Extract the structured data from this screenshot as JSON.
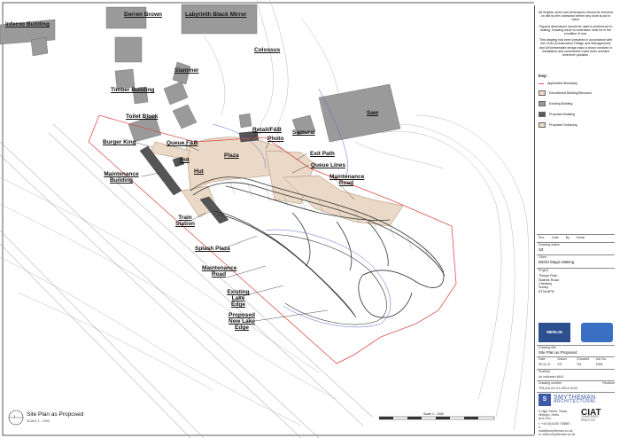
{
  "labels": {
    "inferno": "Inferno Building",
    "derren": "Derren Brown",
    "labyrinth": "Labyrinth Black Mirror",
    "colossus": "Colossus",
    "slammer": "Slammer",
    "timber": "Timber Building",
    "toilet": "Toilet Block",
    "saw": "Saw",
    "retail": "Retail/F&B",
    "photo": "Photo",
    "samurai": "Samurai",
    "burger": "Burger King",
    "queue_fb": "Queue F&B",
    "plaza": "Plaza",
    "exit_path": "Exit Path",
    "queue_lines": "Queue Lines",
    "hut1": "Hut",
    "hut2": "Hut",
    "maint_building": "Maintenance Building",
    "maint_road1": "Maintenance Road",
    "train_station": "Train Station",
    "splash_plaza": "Splash Plaza",
    "maint_road2": "Maintenance Road",
    "existing_lake": "Existing Lake Edge",
    "proposed_lake": "Proposed New Lake Edge"
  },
  "title_block": {
    "notes": [
      "All heights, sizes and dimensions should be checked on site by the contractor before any work is put in hand.",
      "Figured dimensions should be used in preference to scaling. Drawing issue to contractor must be in the condition of use.",
      "This drawing has been prepared in accordance with the CDM (Construction Design and Management) and all foreseeable design risks to those involved in installation and construction have been avoided wherever possible."
    ],
    "key_title": "Key:",
    "key": [
      {
        "label": "Application Boundary",
        "color": "#d9534f"
      },
      {
        "label": "Demolished Building/Structure",
        "color": "#f2d7c2"
      },
      {
        "label": "Existing Building",
        "color": "#9a9a9a"
      },
      {
        "label": "Proposed Building",
        "color": "#5a5a5a"
      },
      {
        "label": "Proposed Surfacing",
        "color": "#ead9c6"
      }
    ],
    "rev_headers": [
      "Rev.",
      "Date",
      "By",
      "Detail"
    ],
    "drawing_status_label": "Drawing status",
    "drawing_status": "S3",
    "client_label": "Client",
    "client": "Merlin Magic Making",
    "project_label": "Project",
    "project": [
      "Thorpe Park",
      "Staines Road",
      "Chertsey",
      "Surrey",
      "KT16 8PN"
    ],
    "drawing_title_label": "Drawing title",
    "drawing_title": "Site Plan as Proposed",
    "cols": [
      "Date",
      "Drawn",
      "Checked",
      "Job No."
    ],
    "col_values": [
      "05.11.21",
      "KH",
      "TM",
      "1584"
    ],
    "scale_label": "Scale(s)",
    "scale_value": "As indicated @A1",
    "drawing_number_label": "Drawing number",
    "revision_label": "Revision",
    "drawing_number": "TPA-SA-XX-XX-DR-A-0104",
    "firm_name": "SMYTHEMAN",
    "firm_sub": "ARCHITECTURAL",
    "address": [
      "9 High Street, Tewin,",
      "Welwyn, Herts",
      "AL6 0JU"
    ],
    "contact": [
      "t: +44 (0)1438 718887",
      "e: mail@smytheman.co.uk",
      "w: www.smytheman.co.uk"
    ],
    "ciat": "CIAT",
    "ciat_sub": "CHARTERED PRACTICE",
    "merlin": "MERLIN"
  },
  "bottom": {
    "drawing_no": "1",
    "drawing_title": "Site Plan as Proposed",
    "scale": "SCALE 1 : 1000",
    "scale_bar_label": "Scale 1 : 1000"
  },
  "colors": {
    "boundary": "#d9534f",
    "existing_building": "#9a9a9a",
    "proposed_building": "#555555",
    "surfacing": "#ead9c6",
    "water": "#5566cc"
  }
}
